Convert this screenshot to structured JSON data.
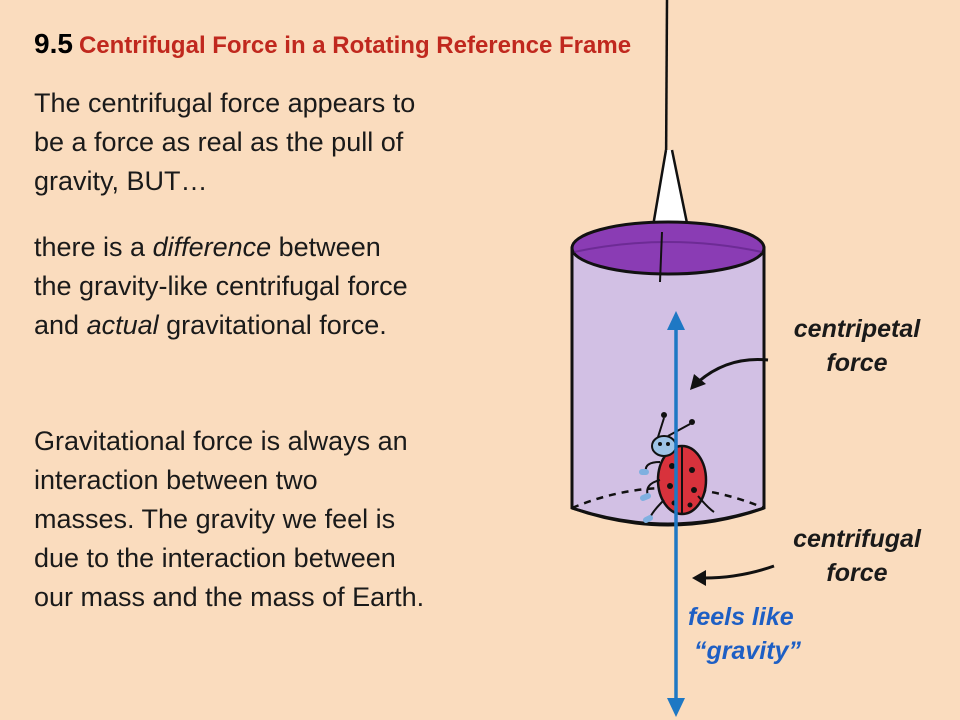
{
  "title": {
    "number": "9.5",
    "text": "Centrifugal Force in a Rotating Reference Frame"
  },
  "paragraph1": [
    "The centrifugal force appears to",
    "be a force as real as the pull of",
    "gravity, BUT…"
  ],
  "paragraph2": [
    [
      "there is a ",
      "difference",
      " between"
    ],
    [
      "the gravity-like centrifugal force"
    ],
    [
      "and ",
      "actual",
      " gravitational force."
    ]
  ],
  "paragraph3": [
    "Gravitational force is always an",
    "interaction between two",
    "masses.  The gravity we feel is",
    "due to the interaction between",
    "our mass and the mass of Earth."
  ],
  "labels": {
    "centripetal": [
      "centripetal",
      "force"
    ],
    "centrifugal": [
      "centrifugal",
      "force"
    ],
    "gravity": [
      "feels like",
      "“gravity”"
    ]
  },
  "colors": {
    "background": "#FADCBE",
    "title_accent": "#C0281E",
    "gravity_arrow": "#1E5FC4",
    "can_inside": "#8A3CB4",
    "can_body": "#D2C0E4",
    "ladybug": "#D8323C"
  },
  "icons": [
    "ladybug-icon",
    "rotating-can-icon",
    "vertical-double-arrow-icon"
  ]
}
